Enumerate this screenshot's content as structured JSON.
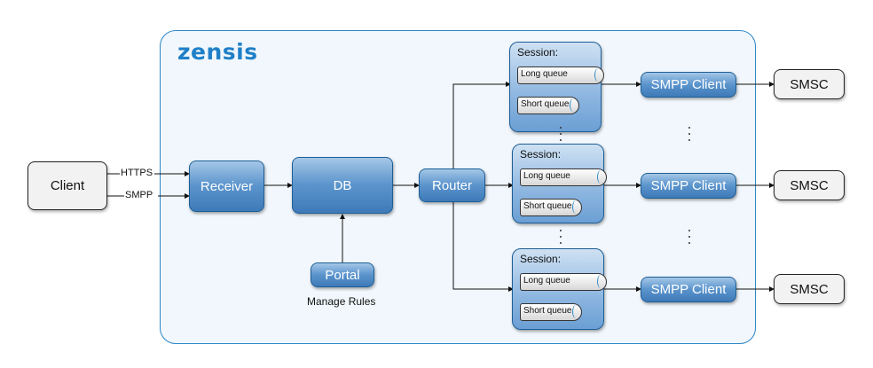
{
  "brand": "zensis",
  "client": "Client",
  "protocols": {
    "https": "HTTPS",
    "smpp": "SMPP"
  },
  "receiver": "Receiver",
  "db": "DB",
  "router": "Router",
  "portal": "Portal",
  "portal_caption": "Manage Rules",
  "sessions": [
    {
      "title": "Session:",
      "long_queue": "Long queue",
      "short_queue": "Short queue",
      "smpp_client": "SMPP Client",
      "smsc": "SMSC"
    },
    {
      "title": "Session:",
      "long_queue": "Long queue",
      "short_queue": "Short queue",
      "smpp_client": "SMPP Client",
      "smsc": "SMSC"
    },
    {
      "title": "Session:",
      "long_queue": "Long queue",
      "short_queue": "Short queue",
      "smpp_client": "SMPP Client",
      "smsc": "SMSC"
    }
  ]
}
